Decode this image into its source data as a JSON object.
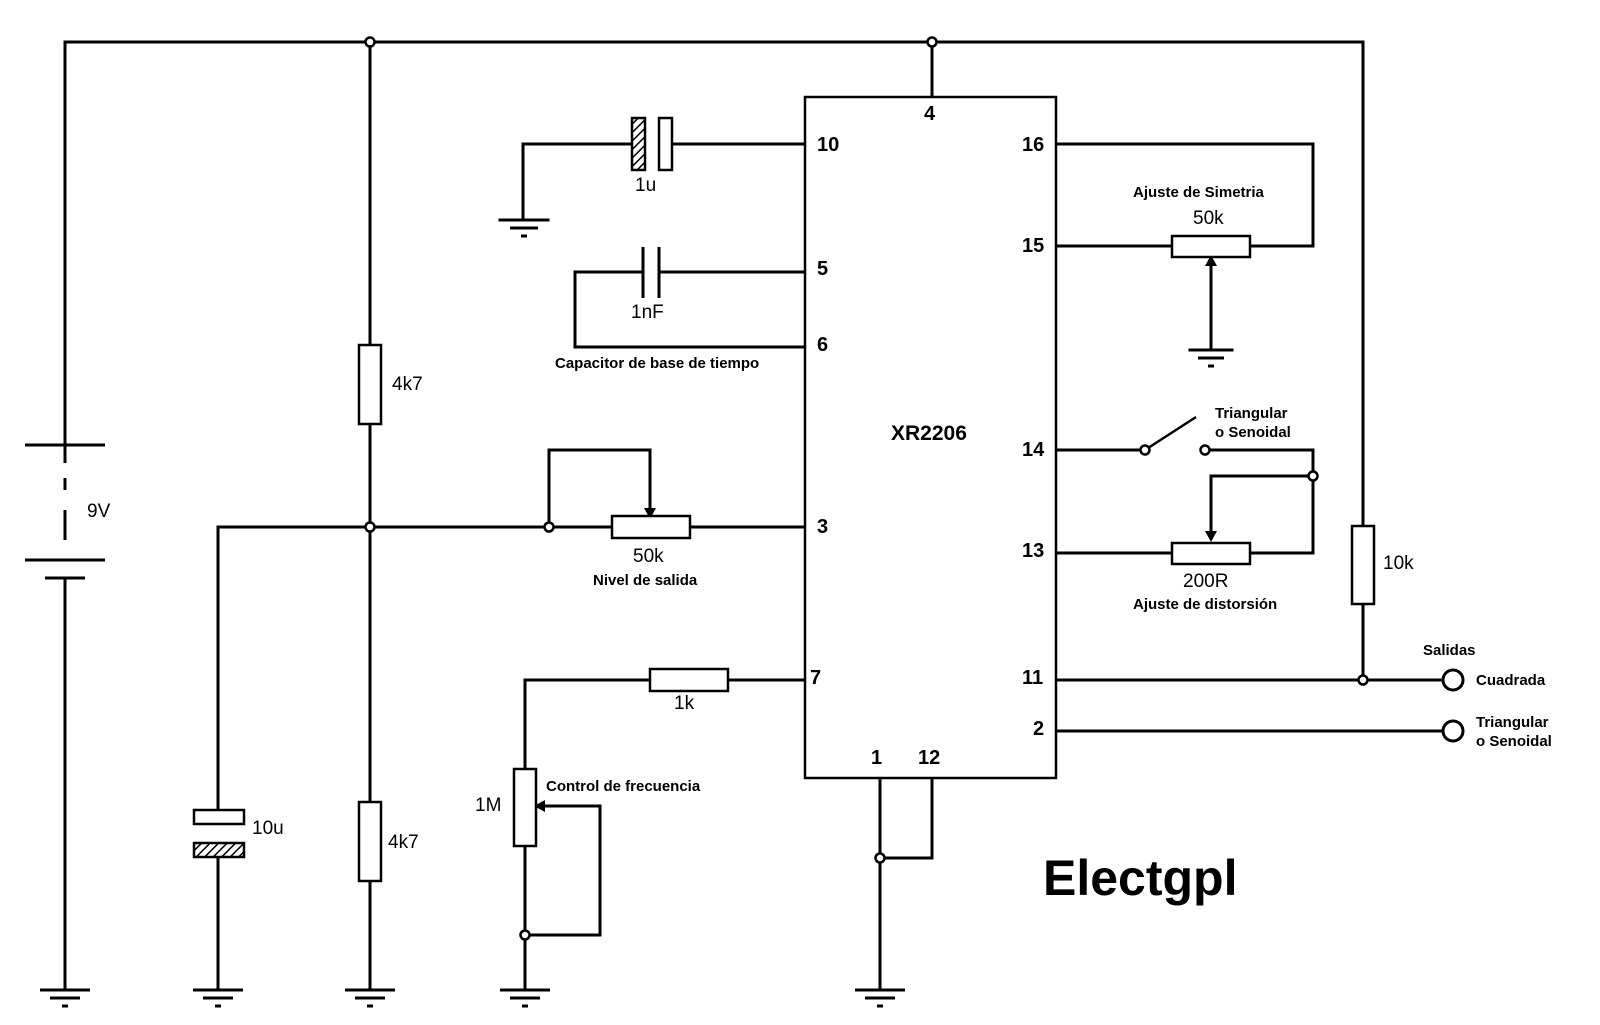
{
  "ic": {
    "name": "XR2206"
  },
  "pins": {
    "p1": "1",
    "p2": "2",
    "p3": "3",
    "p4": "4",
    "p5": "5",
    "p6": "6",
    "p7": "7",
    "p10": "10",
    "p11": "11",
    "p12": "12",
    "p13": "13",
    "p14": "14",
    "p15": "15",
    "p16": "16"
  },
  "components": {
    "battery": "9V",
    "c_1u": "1u",
    "c_1nF": "1nF",
    "r_4k7_top": "4k7",
    "r_4k7_bottom": "4k7",
    "c_10u": "10u",
    "pot_level": "50k",
    "r_1k": "1k",
    "pot_freq": "1M",
    "pot_sym": "50k",
    "pot_dist": "200R",
    "r_10k": "10k"
  },
  "labels": {
    "timing_cap": "Capacitor de base de tiempo",
    "output_level": "Nivel de salida",
    "freq_control": "Control de frecuencia",
    "symmetry": "Ajuste de Simetria",
    "distortion": "Ajuste de distorsión",
    "switch_line1": "Triangular",
    "switch_line2": "o Senoidal",
    "outputs": "Salidas",
    "out_square": "Cuadrada",
    "out_tri_line1": "Triangular",
    "out_tri_line2": "o Senoidal"
  },
  "brand": "Electgpl"
}
